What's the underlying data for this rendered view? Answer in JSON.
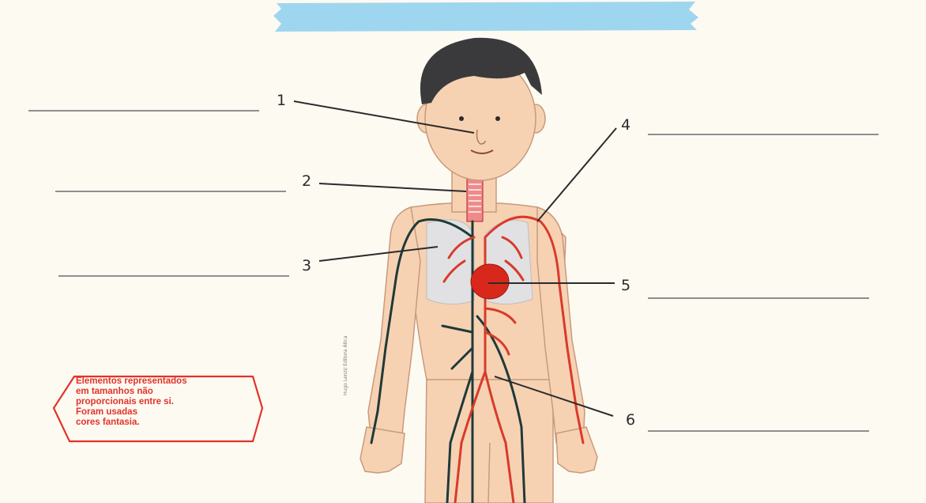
{
  "labels": [
    {
      "number": "1",
      "target": "nariz"
    },
    {
      "number": "2",
      "target": "traqueia"
    },
    {
      "number": "3",
      "target": "pulmões"
    },
    {
      "number": "4",
      "target": "vasos sanguíneos"
    },
    {
      "number": "5",
      "target": "coração"
    },
    {
      "number": "6",
      "target": "vasos sanguíneos"
    }
  ],
  "label_numbers": [
    "1",
    "2",
    "3",
    "4",
    "5",
    "6"
  ],
  "note": {
    "lines": [
      "Elementos representados",
      "em tamanhos não",
      "proporcionais entre si.",
      "Foram usadas",
      "cores fantasia."
    ]
  },
  "credit": "Hugo Lenzi/ Editora Ática",
  "colors": {
    "banner": "#9fd6ef",
    "skin": "#f6d2b3",
    "hair": "#3a3a3d",
    "lungs": "#e1e1e3",
    "artery": "#d93a2b",
    "vein": "#1f3a3a",
    "heart": "#d8281c",
    "note_red": "#e2332a",
    "answer_line": "#8f8f8f"
  }
}
